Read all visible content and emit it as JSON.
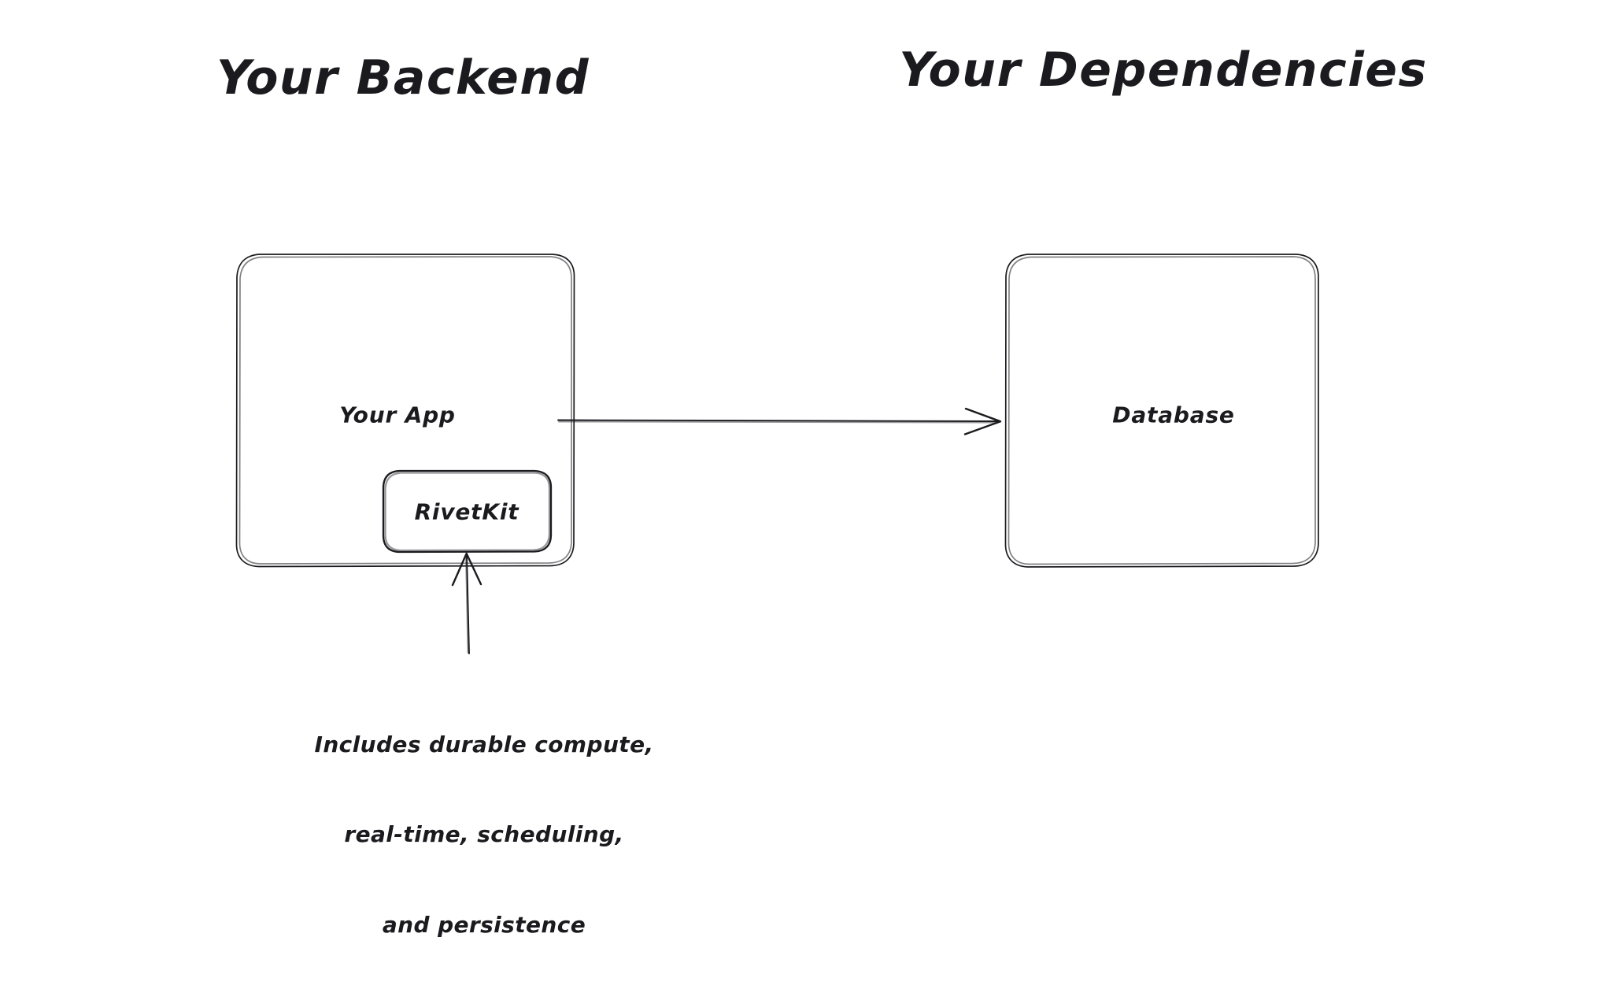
{
  "diagram": {
    "type": "architecture-diagram",
    "style": "hand-drawn-sketch",
    "background_color": "#ffffff",
    "stroke_color": "#1b1b1f",
    "text_color": "#1b1b1f",
    "titles": [
      {
        "id": "backend",
        "text": "Your Backend"
      },
      {
        "id": "dependencies",
        "text": "Your Dependencies"
      }
    ],
    "nodes": [
      {
        "id": "your-app",
        "label": "Your App",
        "group": "backend"
      },
      {
        "id": "rivetkit",
        "label": "RivetKit",
        "group": "backend",
        "parent": "your-app"
      },
      {
        "id": "database",
        "label": "Database",
        "group": "dependencies"
      }
    ],
    "edges": [
      {
        "id": "app-to-database",
        "from": "your-app",
        "to": "database",
        "arrowhead": "open-v"
      },
      {
        "id": "note-to-rivetkit",
        "from": "rivetkit-note",
        "to": "rivetkit",
        "arrowhead": "open-v"
      }
    ],
    "annotations": [
      {
        "id": "rivetkit-note",
        "lines": [
          "Includes durable compute,",
          "real-time, scheduling,",
          "and persistence"
        ]
      }
    ]
  }
}
